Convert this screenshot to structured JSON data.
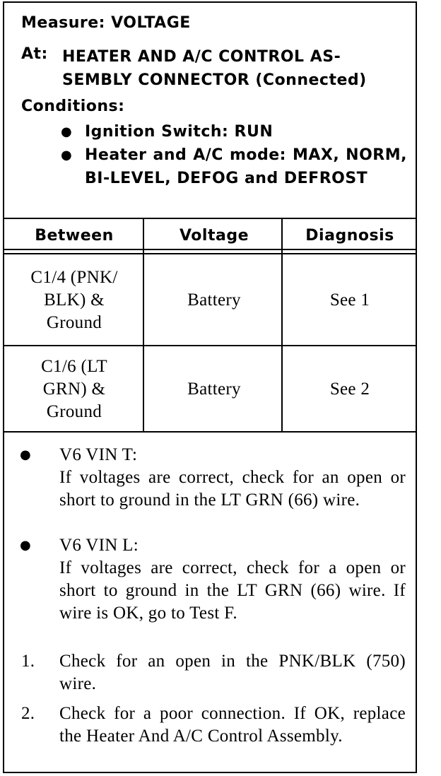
{
  "header": {
    "measure": "Measure: VOLTAGE",
    "at_label": "At:",
    "at_text": "HEATER AND A/C CONTROL AS-SEMBLY CONNECTOR (Connected)",
    "conditions_label": "Conditions:",
    "conditions": [
      "Ignition Switch: RUN",
      "Heater and A/C mode: MAX, NORM, BI-LEVEL, DEFOG and DEFROST"
    ]
  },
  "table": {
    "columns": [
      "Between",
      "Voltage",
      "Diagnosis"
    ],
    "rows": [
      {
        "between": "C1/4 (PNK/ BLK) & Ground",
        "voltage": "Battery",
        "diagnosis": "See 1"
      },
      {
        "between": "C1/6 (LT GRN) & Ground",
        "voltage": "Battery",
        "diagnosis": "See 2"
      }
    ]
  },
  "notes": [
    {
      "marker": "●",
      "title": "V6 VIN T:",
      "text": "If voltages are correct, check for an open or short to ground in the LT GRN (66) wire."
    },
    {
      "marker": "●",
      "title": "V6 VIN L:",
      "text": "If voltages are correct, check for a open or short to ground in the LT GRN (66) wire. If wire is OK, go to Test F."
    },
    {
      "marker": "1.",
      "title": "",
      "text": "Check for an open in the PNK/BLK (750) wire."
    },
    {
      "marker": "2.",
      "title": "",
      "text": "Check for a poor connection.  If OK, replace the Heater And A/C Control Assembly."
    }
  ]
}
